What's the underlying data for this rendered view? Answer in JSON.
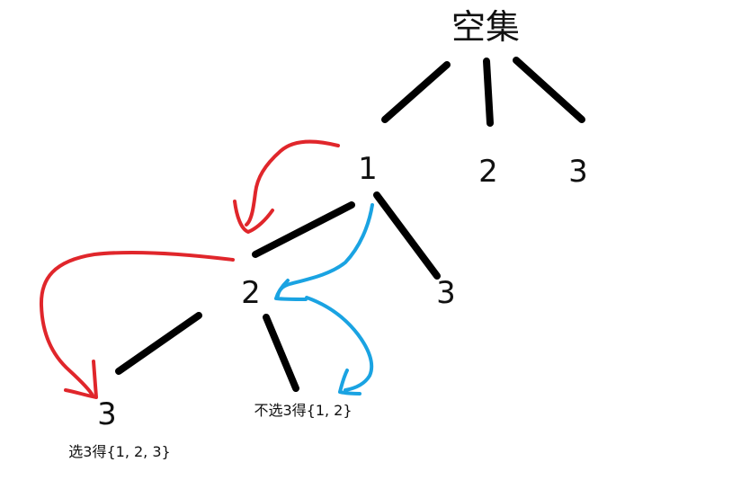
{
  "tree": {
    "root_label": "空集",
    "level1": [
      "1",
      "2",
      "3"
    ],
    "level2": [
      "2",
      "3"
    ],
    "level3": [
      "3"
    ]
  },
  "notes": {
    "include_3": "选3得{1, 2, 3}",
    "exclude_3": "不选3得{1, 2}"
  },
  "colors": {
    "edge": "#000000",
    "red_arrow": "#e0262b",
    "blue_arrow": "#1aa3e2"
  }
}
